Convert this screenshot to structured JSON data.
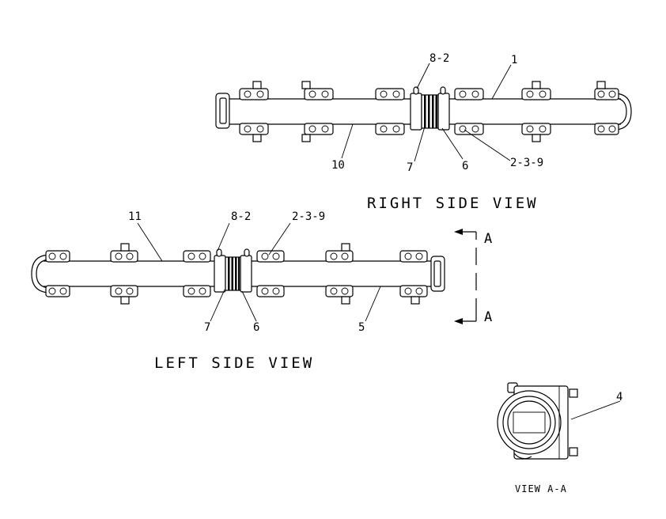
{
  "views": {
    "right_side": {
      "title": "RIGHT SIDE VIEW",
      "callouts": [
        "8-2",
        "1",
        "10",
        "7",
        "6",
        "2-3-9"
      ]
    },
    "left_side": {
      "title": "LEFT SIDE VIEW",
      "callouts": [
        "11",
        "8-2",
        "2-3-9",
        "7",
        "6",
        "5"
      ]
    },
    "section": {
      "title": "VIEW A-A",
      "callouts": [
        "4"
      ],
      "marker_top": "A",
      "marker_bottom": "A"
    }
  }
}
